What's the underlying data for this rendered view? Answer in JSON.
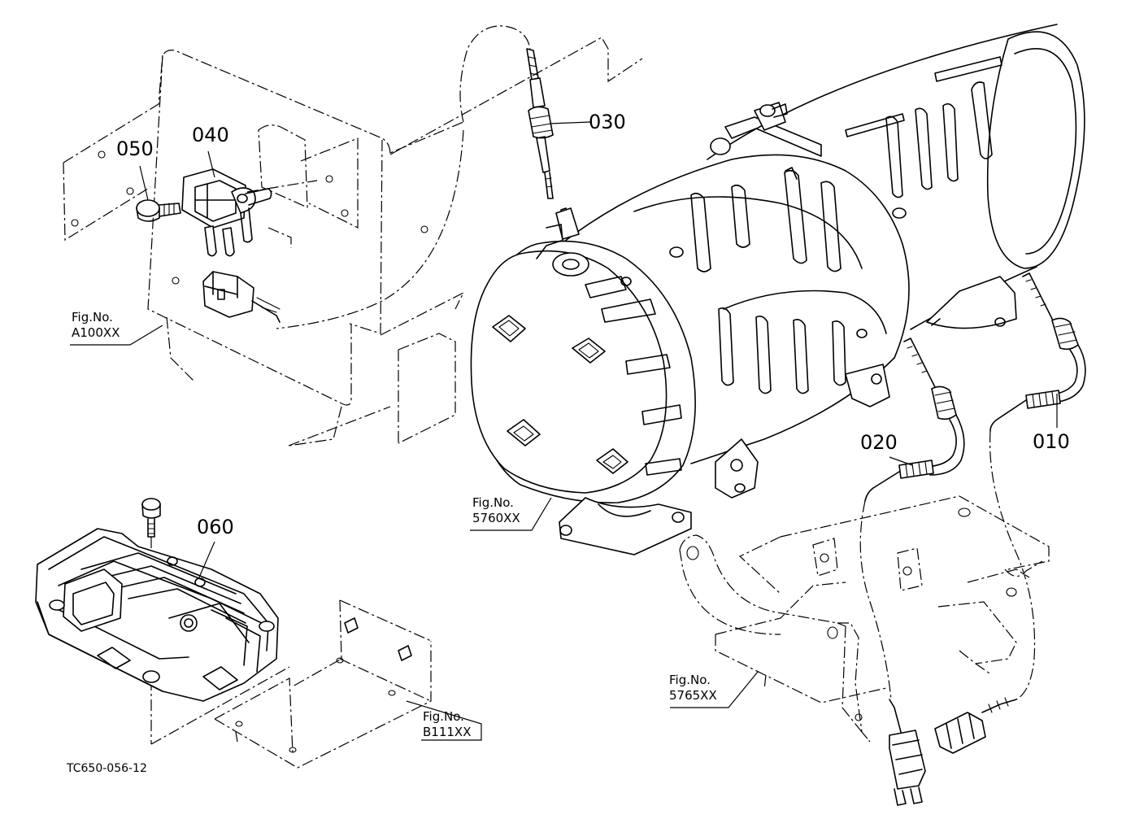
{
  "parts": {
    "p010": "010",
    "p020": "020",
    "p030": "030",
    "p040": "040",
    "p050": "050",
    "p060": "060"
  },
  "figures": {
    "a100": {
      "line1": "Fig.No.",
      "line2": "A100XX"
    },
    "f5760": {
      "line1": "Fig.No.",
      "line2": "5760XX"
    },
    "f5765": {
      "line1": "Fig.No.",
      "line2": "5765XX"
    },
    "b111": {
      "line1": "Fig.No.",
      "line2": "B111XX"
    }
  },
  "drawing_code": "TC650-056-12"
}
